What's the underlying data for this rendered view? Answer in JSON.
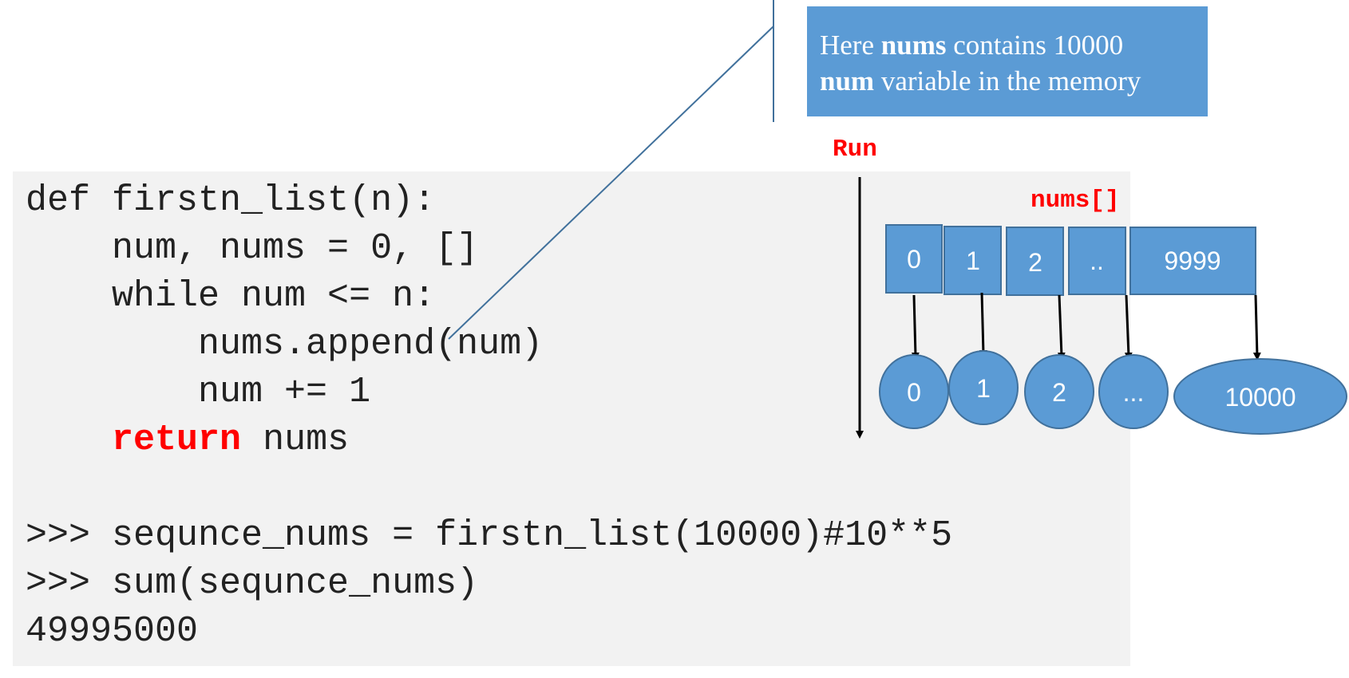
{
  "code": {
    "lines": [
      "def firstn_list(n):",
      "    num, nums = 0, []",
      "    while num <= n:",
      "        nums.append(num)",
      "        num += 1",
      "    ",
      "",
      ">>> sequnce_nums = firstn_list(10000)#10**5",
      ">>> sum(sequnce_nums)",
      "49995000"
    ],
    "return_keyword": "return",
    "return_rest": " nums"
  },
  "callout": {
    "word1_bold": "Here ",
    "nums_bold": "nums",
    "text_after_nums": " contains 10000",
    "num_bold": "num",
    "text_after_num": " variable in the memory"
  },
  "labels": {
    "run": "Run",
    "nums_list": "nums[]"
  },
  "list_cells": [
    "0",
    "1",
    "2",
    "..",
    "9999"
  ],
  "value_nodes": [
    "0",
    "1",
    "2",
    "...",
    "10000"
  ],
  "colors": {
    "box_fill": "#5b9bd5",
    "box_stroke": "#41719c",
    "accent_red": "#ff0000",
    "code_bg": "#f2f2f2"
  }
}
